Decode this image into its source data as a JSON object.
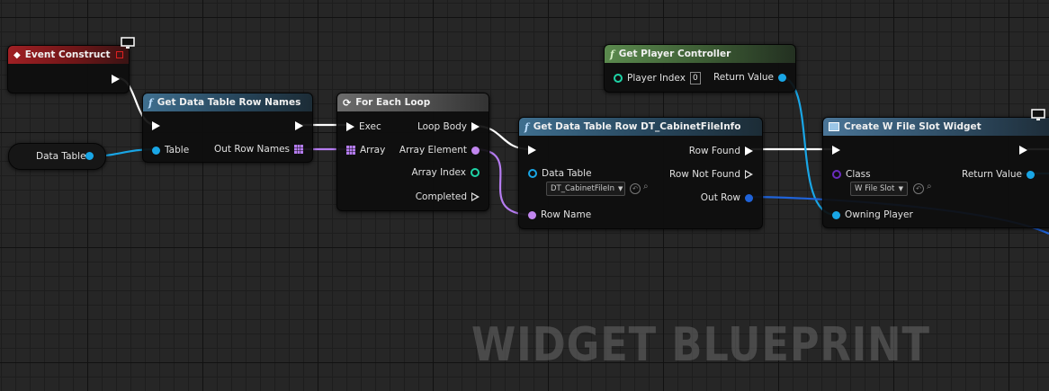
{
  "watermark": "WIDGET BLUEPRINT",
  "colors": {
    "exec": "#ffffff",
    "object": "#19a6e6",
    "struct": "#1f63d9",
    "name": "#c186ef",
    "int": "#1ed3a6",
    "class": "#6a2cbf"
  },
  "nodes": {
    "event_construct": {
      "title": "Event Construct",
      "icon": "event-diamond-icon"
    },
    "data_table_var": {
      "label": "Data Table"
    },
    "get_row_names": {
      "title": "Get Data Table Row Names",
      "pin_table": "Table",
      "pin_out_row_names": "Out Row Names"
    },
    "for_each_loop": {
      "title": "For Each Loop",
      "pin_exec": "Exec",
      "pin_array": "Array",
      "pin_loop_body": "Loop Body",
      "pin_array_element": "Array Element",
      "pin_array_index": "Array Index",
      "pin_completed": "Completed"
    },
    "get_player_controller": {
      "title": "Get Player Controller",
      "pin_player_index": "Player Index",
      "player_index_value": "0",
      "pin_return_value": "Return Value"
    },
    "get_data_table_row": {
      "title": "Get Data Table Row DT_CabinetFileInfo",
      "pin_data_table": "Data Table",
      "data_table_value": "DT_CabinetFileIn",
      "pin_row_name": "Row Name",
      "pin_row_found": "Row Found",
      "pin_row_not_found": "Row Not Found",
      "pin_out_row": "Out Row"
    },
    "create_widget": {
      "title": "Create W File Slot Widget",
      "pin_class": "Class",
      "class_value": "W File Slot",
      "pin_owning_player": "Owning Player",
      "pin_return_value": "Return Value"
    }
  }
}
